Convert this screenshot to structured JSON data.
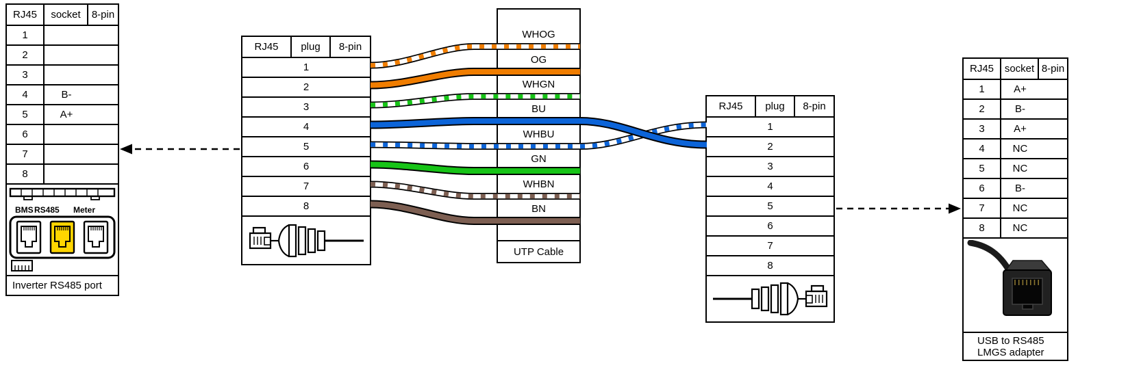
{
  "colors": {
    "outline": "#000000",
    "orange": "#f07d00",
    "blue": "#0c64d8",
    "green": "#17c417",
    "brown": "#7d5f52",
    "white": "#ffffff",
    "yellow_port": "#ffd500"
  },
  "left_socket_table": {
    "header": [
      "RJ45",
      "socket",
      "8-pin"
    ],
    "rows": [
      {
        "pin": "1",
        "value": ""
      },
      {
        "pin": "2",
        "value": ""
      },
      {
        "pin": "3",
        "value": ""
      },
      {
        "pin": "4",
        "value": "B-"
      },
      {
        "pin": "5",
        "value": "A+"
      },
      {
        "pin": "6",
        "value": ""
      },
      {
        "pin": "7",
        "value": ""
      },
      {
        "pin": "8",
        "value": ""
      }
    ],
    "panel_labels": [
      "BMS",
      "RS485",
      "Meter"
    ],
    "caption": "Inverter RS485 port"
  },
  "left_plug_table": {
    "header": [
      "RJ45",
      "plug",
      "8-pin"
    ],
    "pins": [
      "1",
      "2",
      "3",
      "4",
      "5",
      "6",
      "7",
      "8"
    ]
  },
  "cable": {
    "wires": [
      {
        "label": "WHOG",
        "type": "striped",
        "color": "#f07d00"
      },
      {
        "label": "OG",
        "type": "solid",
        "color": "#f07d00"
      },
      {
        "label": "WHGN",
        "type": "striped",
        "color": "#17c417"
      },
      {
        "label": "BU",
        "type": "solid",
        "color": "#0c64d8"
      },
      {
        "label": "WHBU",
        "type": "striped",
        "color": "#0c64d8"
      },
      {
        "label": "GN",
        "type": "solid",
        "color": "#17c417"
      },
      {
        "label": "WHBN",
        "type": "striped",
        "color": "#7d5f52"
      },
      {
        "label": "BN",
        "type": "solid",
        "color": "#7d5f52"
      }
    ],
    "footer_label": "UTP Cable"
  },
  "right_plug_table": {
    "header": [
      "RJ45",
      "plug",
      "8-pin"
    ],
    "pins": [
      "1",
      "2",
      "3",
      "4",
      "5",
      "6",
      "7",
      "8"
    ]
  },
  "right_socket_table": {
    "header": [
      "RJ45",
      "socket",
      "8-pin"
    ],
    "rows": [
      {
        "pin": "1",
        "value": "A+"
      },
      {
        "pin": "2",
        "value": "B-"
      },
      {
        "pin": "3",
        "value": "A+"
      },
      {
        "pin": "4",
        "value": "NC"
      },
      {
        "pin": "5",
        "value": "NC"
      },
      {
        "pin": "6",
        "value": "B-"
      },
      {
        "pin": "7",
        "value": "NC"
      },
      {
        "pin": "8",
        "value": "NC"
      }
    ],
    "caption_lines": [
      "USB to RS485",
      "LMGS adapter"
    ]
  }
}
